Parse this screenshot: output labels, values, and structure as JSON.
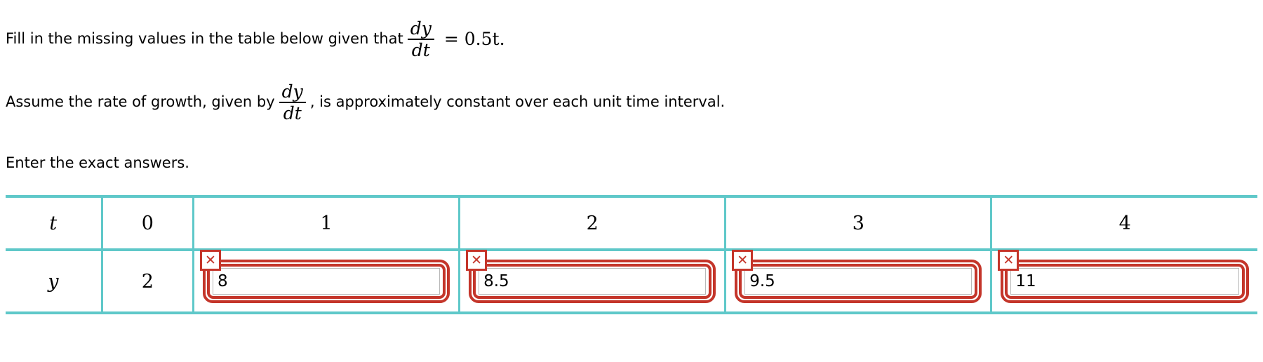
{
  "prompts": {
    "line1_before": "Fill in the missing values in the table below given that",
    "line1_frac_num": "dy",
    "line1_frac_den": "dt",
    "line1_after": "= 0.5t.",
    "line2_before": "Assume the rate of growth, given by",
    "line2_frac_num": "dy",
    "line2_frac_den": "dt",
    "line2_after": ", is approximately constant over each unit time interval.",
    "line3": "Enter the exact answers."
  },
  "table": {
    "row_labels": [
      "t",
      "y"
    ],
    "header": [
      "t",
      "0",
      "1",
      "2",
      "3",
      "4"
    ],
    "static_values": [
      "y",
      "2"
    ],
    "inputs": [
      {
        "value": "8",
        "badge": "✕",
        "state": "error"
      },
      {
        "value": "8.5",
        "badge": "✕",
        "state": "error"
      },
      {
        "value": "9.5",
        "badge": "✕",
        "state": "error"
      },
      {
        "value": "11",
        "badge": "✕",
        "state": "error"
      }
    ]
  },
  "colors": {
    "table_border": "#5fc8c9",
    "error": "#c4352a",
    "text": "#000000",
    "background": "#ffffff"
  }
}
